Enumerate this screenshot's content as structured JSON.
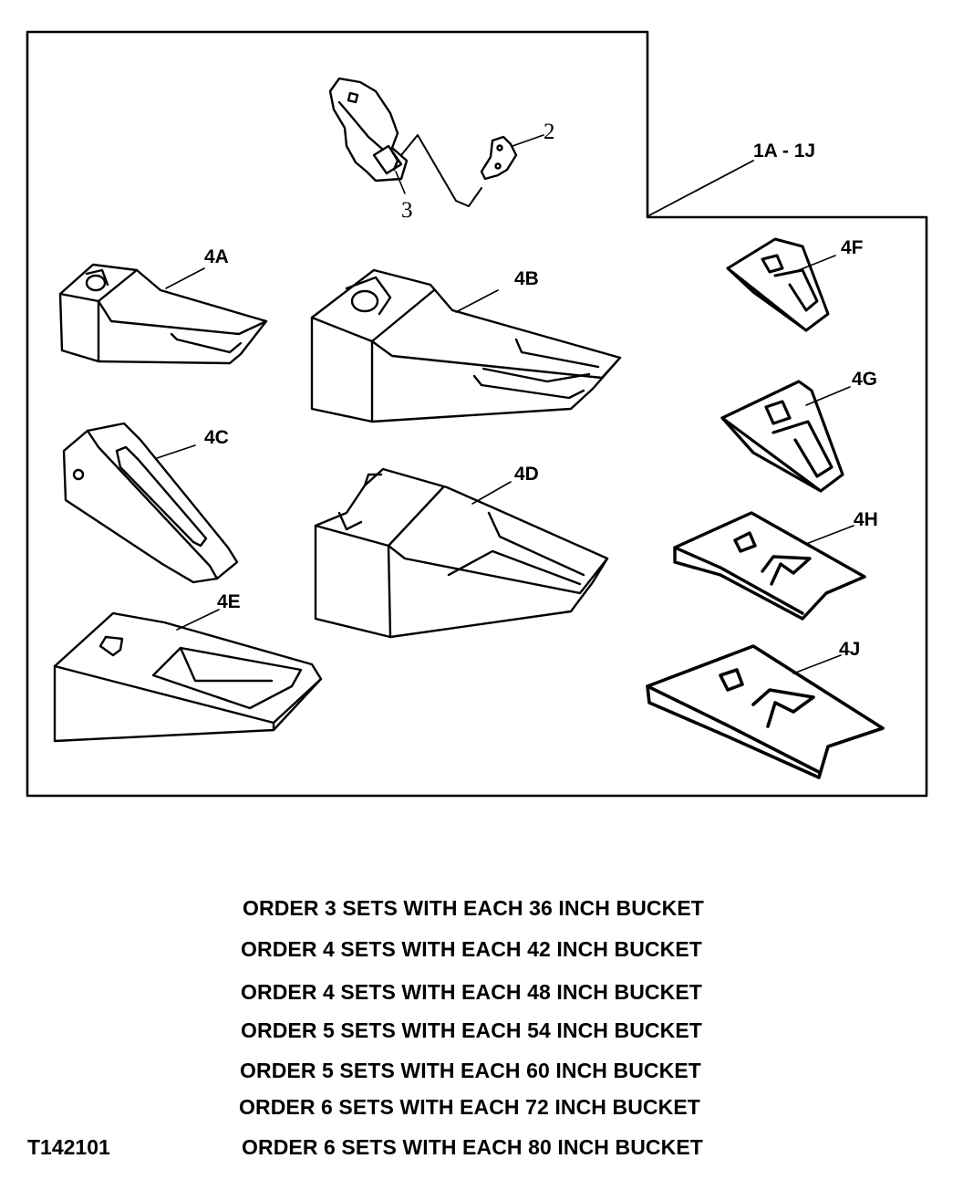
{
  "diagram": {
    "callouts": {
      "assembly": "1A - 1J",
      "part_2": "2",
      "part_3": "3",
      "part_4a": "4A",
      "part_4b": "4B",
      "part_4c": "4C",
      "part_4d": "4D",
      "part_4e": "4E",
      "part_4f": "4F",
      "part_4g": "4G",
      "part_4h": "4H",
      "part_4j": "4J"
    }
  },
  "order_notes": [
    "ORDER 3 SETS WITH EACH 36 INCH BUCKET",
    "ORDER 4 SETS WITH EACH 42 INCH BUCKET",
    "ORDER 4 SETS WITH EACH 48 INCH BUCKET",
    "ORDER 5 SETS WITH EACH 54 INCH BUCKET",
    "ORDER 5 SETS WITH EACH 60 INCH BUCKET",
    "ORDER 6 SETS WITH EACH 72 INCH BUCKET",
    "ORDER 6 SETS WITH EACH 80 INCH BUCKET"
  ],
  "figure_id": "T142101"
}
